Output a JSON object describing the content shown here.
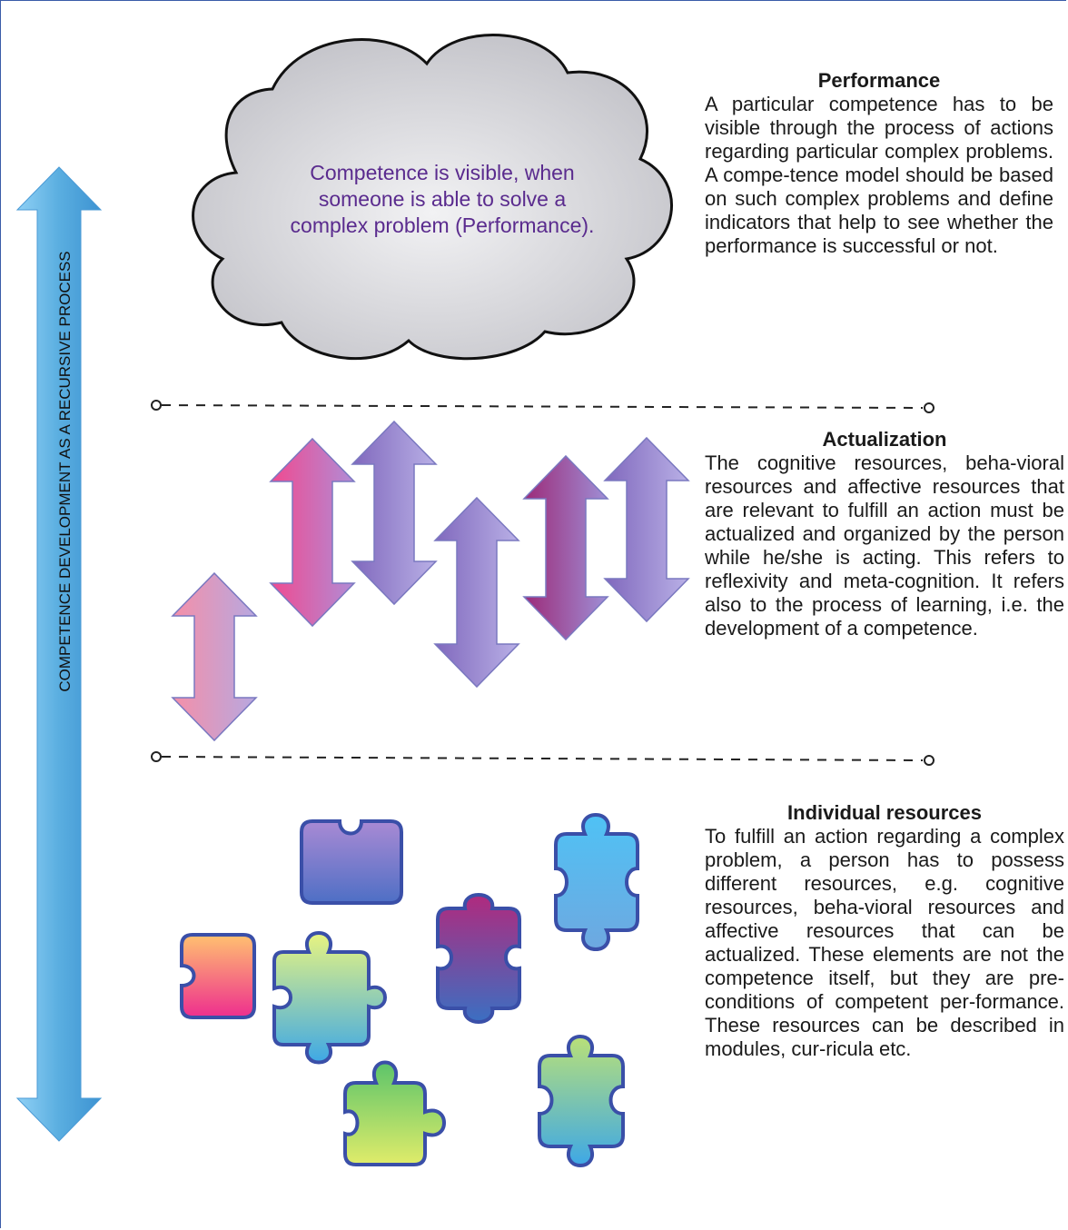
{
  "side_label": "COMPETENCE  DEVELOPMENT AS A RECURSIVE PROCESS",
  "cloud_text": "Competence is visible, when someone is able to solve a complex problem (Performance).",
  "sections": [
    {
      "title": "Performance",
      "body": "A particular competence has to be visible through the process of actions regarding particular complex problems. A compe-tence model should be based on such complex problems and define indicators that help to see whether the performance is successful or not."
    },
    {
      "title": "Actualization",
      "body": "The cognitive resources, beha-vioral resources and affective resources that are relevant to fulfill an action must be actualized and organized by the person while he/she is acting. This refers to reflexivity and meta-cognition. It refers also to the process of learning, i.e. the development of a competence."
    },
    {
      "title": "Individual resources",
      "body": "To fulfill an action regarding a complex problem, a person has to possess different resources, e.g. cognitive resources, beha-vioral resources and affective resources that can be actualized. These elements are not the competence itself, but they are pre-conditions of competent per-formance. These resources can be  described in modules, cur-ricula etc."
    }
  ],
  "colors": {
    "frame": "#3a5ba8",
    "main_arrow": "#5aaee0",
    "cloud_fill": "#d0d0d4",
    "cloud_text": "#5a2b8e",
    "arrow_pink": "#e83f8e",
    "arrow_purple": "#8a7bc4",
    "arrow_magenta": "#a02c78"
  },
  "icons": [
    "double-arrow-icon",
    "cloud-shape",
    "puzzle-piece-icon"
  ]
}
